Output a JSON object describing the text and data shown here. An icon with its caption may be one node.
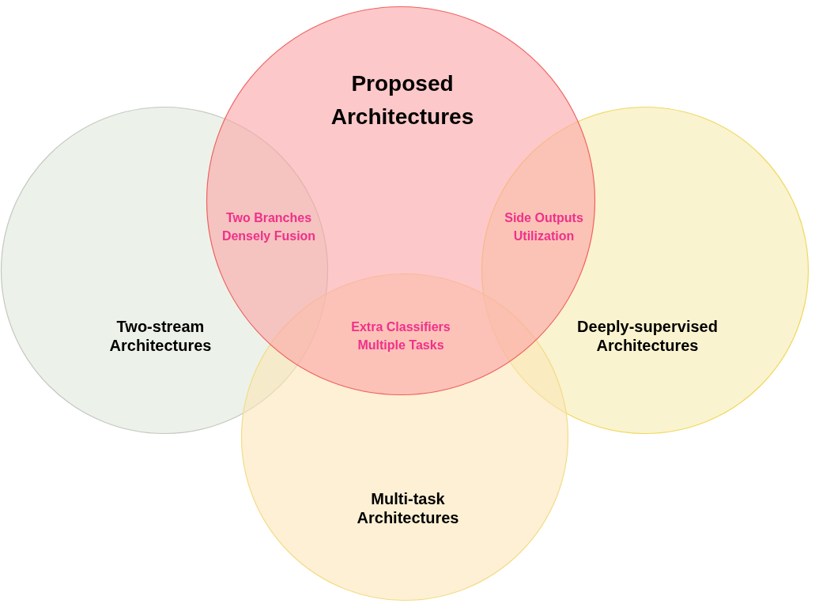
{
  "diagram": {
    "nodes": [
      {
        "text": [
          "Two-stream Architectures"
        ]
      },
      {
        "text": [
          "Deeply-supervised Architectures"
        ]
      },
      {
        "text": [
          "Multi-task Architectures"
        ]
      },
      {
        "text": [
          "Proposed Architectures"
        ]
      }
    ],
    "labels": [
      "Two Branches Densely Fusion",
      "Side Outputs Utilization",
      "Extra Classifiers Multiple Tasks"
    ]
  }
}
